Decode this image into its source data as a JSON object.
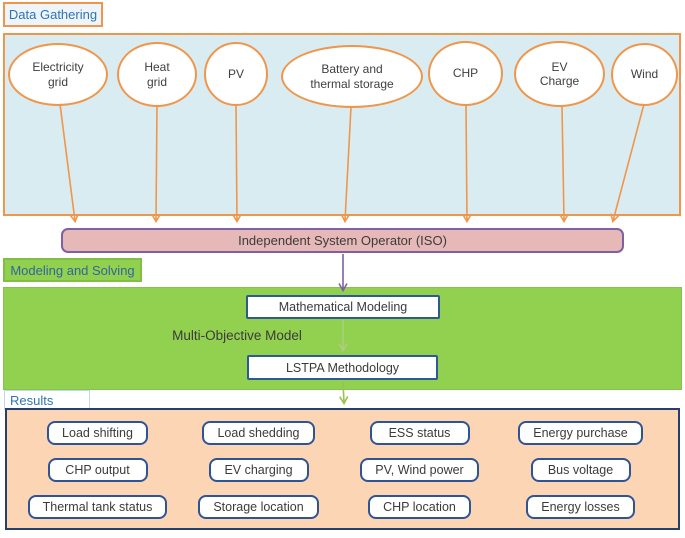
{
  "gathering": {
    "section_label": "Data Gathering",
    "sources": [
      {
        "label": "Electricity grid"
      },
      {
        "label": "Heat grid"
      },
      {
        "label": "PV"
      },
      {
        "label": "Battery and thermal storage"
      },
      {
        "label": "CHP"
      },
      {
        "label": "EV Charge"
      },
      {
        "label": "Wind"
      }
    ]
  },
  "iso": {
    "label": "Independent System Operator (ISO)"
  },
  "modeling": {
    "section_label": "Modeling and Solving",
    "model_name": "Multi-Objective Model",
    "steps": [
      {
        "label": "Mathematical Modeling"
      },
      {
        "label": "LSTPA Methodology"
      }
    ]
  },
  "results": {
    "section_label": "Results",
    "items": [
      {
        "label": "Load shifting"
      },
      {
        "label": "Load shedding"
      },
      {
        "label": "ESS status"
      },
      {
        "label": "Energy purchase"
      },
      {
        "label": "CHP output"
      },
      {
        "label": "EV charging"
      },
      {
        "label": "PV, Wind power"
      },
      {
        "label": "Bus voltage"
      },
      {
        "label": "Thermal tank status"
      },
      {
        "label": "Storage location"
      },
      {
        "label": "CHP location"
      },
      {
        "label": "Energy losses"
      }
    ]
  },
  "colors": {
    "orange_border": "#f0964a",
    "light_blue_fill": "#d9ecf2",
    "label_blue_text": "#2e74b5",
    "iso_pink_fill": "#e6b9b8",
    "purple_border": "#7e61a2",
    "green_fill": "#92d050",
    "navy_border": "#24406e",
    "result_box_border": "#2f5496",
    "peach_fill": "#fcd5b5",
    "green_arrow": "#9bc14f"
  }
}
